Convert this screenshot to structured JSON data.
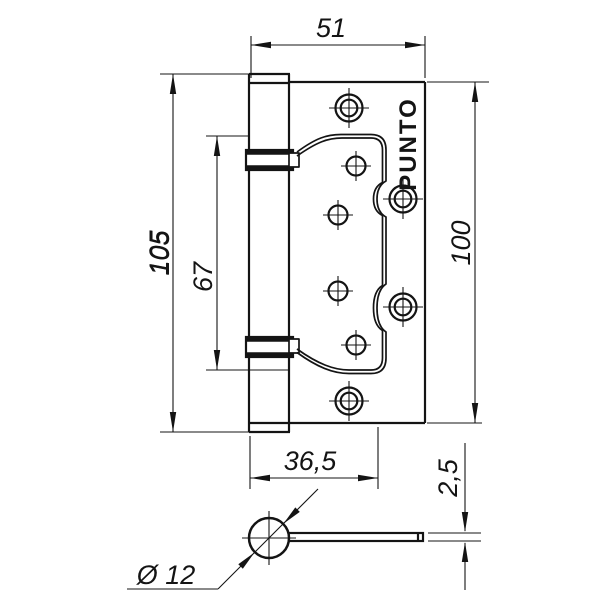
{
  "drawing": {
    "brand_label": "PUNTO",
    "dimensions": {
      "plate_width": "51",
      "overall_height": "105",
      "inner_height": "67",
      "plate_height": "100",
      "leaf_width": "36,5",
      "thickness": "2,5",
      "barrel_diameter": "Ø 12"
    }
  },
  "colors": {
    "line": "#141414",
    "background": "#ffffff"
  }
}
